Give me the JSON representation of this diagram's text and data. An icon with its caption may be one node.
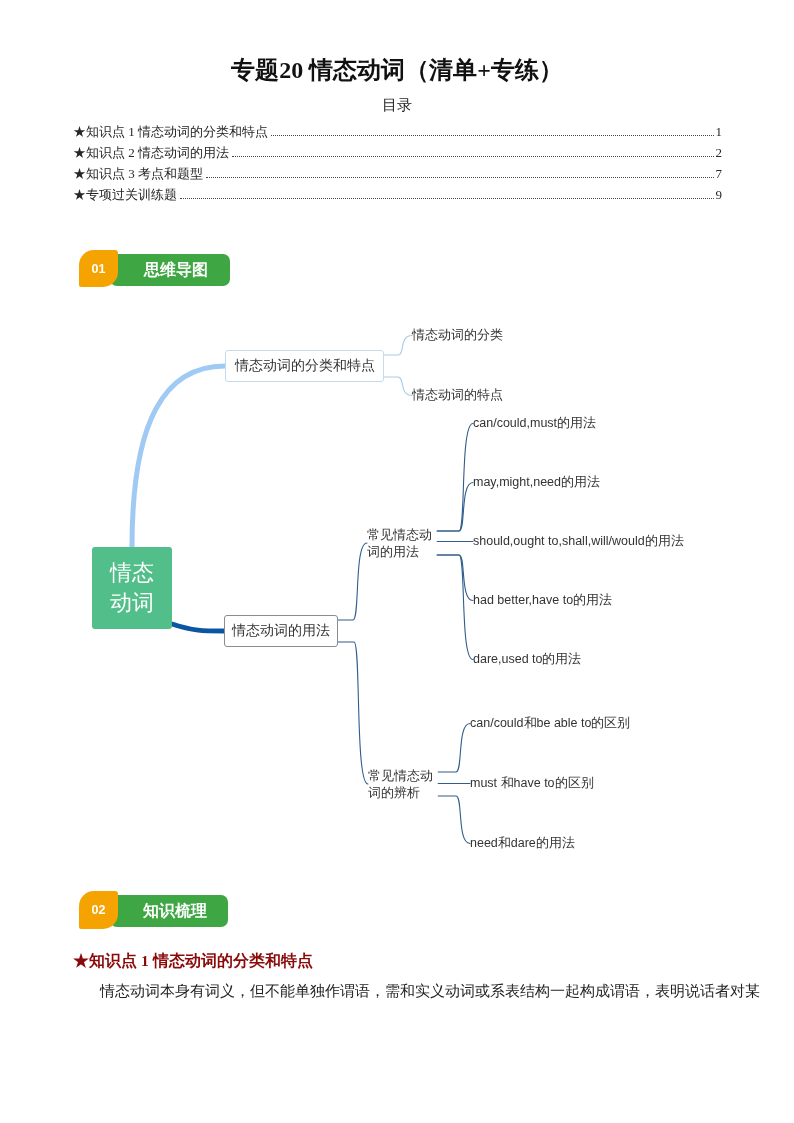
{
  "diagram": {
    "title": "专题20 情态动词（清单+专练）",
    "nodes": [
      {
        "text": [
          "01"
        ]
      },
      {
        "text": [
          "思维导图"
        ]
      },
      {
        "text": [
          "情态动词"
        ]
      },
      {
        "text": [
          "情态动词的分类和特点"
        ]
      },
      {
        "text": [
          "情态动词的分类"
        ]
      },
      {
        "text": [
          "情态动词的特点"
        ]
      },
      {
        "text": [
          "情态动词的用法"
        ]
      },
      {
        "text": [
          "常见情态动词的用法"
        ]
      },
      {
        "text": [
          "can/could,must的用法"
        ]
      },
      {
        "text": [
          "may,might,need的用法"
        ]
      },
      {
        "text": [
          "should,ought to,shall,will/would的用法"
        ]
      },
      {
        "text": [
          "had better,have to的用法"
        ]
      },
      {
        "text": [
          "dare,used to的用法"
        ]
      },
      {
        "text": [
          "常见情态动词的辨析"
        ]
      },
      {
        "text": [
          "can/could和be able to的区别"
        ]
      },
      {
        "text": [
          "must 和have to的区别"
        ]
      },
      {
        "text": [
          "need和dare的用法"
        ]
      },
      {
        "text": [
          "02"
        ]
      },
      {
        "text": [
          "知识梳理"
        ]
      }
    ],
    "edges": [
      {
        "from": 2,
        "to": 3,
        "arrow": "none",
        "style": "thick",
        "color": "#9fcaf3"
      },
      {
        "from": 2,
        "to": 6,
        "arrow": "none",
        "style": "thick",
        "color": "#0a56a2"
      },
      {
        "from": 3,
        "to": 4,
        "arrow": "none",
        "color": "#a9cce6"
      },
      {
        "from": 3,
        "to": 5,
        "arrow": "none",
        "color": "#a9cce6"
      },
      {
        "from": 6,
        "to": 7,
        "arrow": "none"
      },
      {
        "from": 6,
        "to": 13,
        "arrow": "none"
      },
      {
        "from": 7,
        "to": 8,
        "arrow": "none"
      },
      {
        "from": 7,
        "to": 9,
        "arrow": "none"
      },
      {
        "from": 7,
        "to": 10,
        "arrow": "none"
      },
      {
        "from": 7,
        "to": 11,
        "arrow": "none"
      },
      {
        "from": 7,
        "to": 12,
        "arrow": "none"
      },
      {
        "from": 13,
        "to": 14,
        "arrow": "none"
      },
      {
        "from": 13,
        "to": 15,
        "arrow": "none"
      },
      {
        "from": 13,
        "to": 16,
        "arrow": "none"
      }
    ],
    "labels": [
      "目录",
      "★知识点 1 情态动词的分类和特点",
      "1",
      "★知识点 2 情态动词的用法",
      "2",
      "★知识点 3 考点和题型",
      "7",
      "★专项过关训练题",
      "9",
      "★知识点 1 情态动词的分类和特点",
      "情态动词本身有词义，但不能单独作谓语，需和实义动词或系表结构一起构成谓语，表明说话者对某"
    ]
  }
}
